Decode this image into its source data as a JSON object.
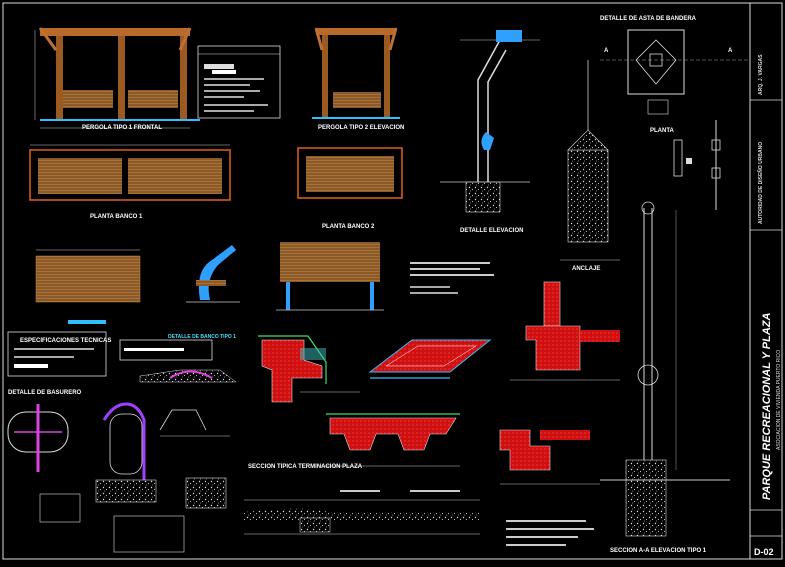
{
  "labels": {
    "pergola_front": "PERGOLA TIPO 1 FRONTAL",
    "pergola_side": "PERGOLA TIPO 2 ELEVACION",
    "bench_plan": "PLANTA BANCO 1",
    "bench_plan_2": "PLANTA BANCO 2",
    "bench_detail": "DETALLE DE BANCO TIPO 1",
    "side_elevation": "DETALLE ELEVACION",
    "anclaje": "ANCLAJE",
    "flag_detail": "DETALLE DE ASTA DE BANDERA",
    "section_a": "A",
    "planta": "PLANTA",
    "section_aa": "SECCION A-A ELEVACION TIPO 1",
    "specs": "ESPECIFICACIONES TECNICAS",
    "trash_detail": "DETALLE DE BASURERO",
    "road_section": "SECCION TIPICA TERMINACION PLAZA"
  },
  "title_block": {
    "project": "PARQUE RECREACIONAL Y PLAZA",
    "location": "ASOCIACION DE VIVIENDA PUERTO RICO",
    "authority": "AUTORIDAD DE DISEÑO URBANO",
    "author": "ARQ. J. VARGAS",
    "sheet": "D-02"
  },
  "colors": {
    "background": "#000000",
    "wood": "#b86a2a",
    "steel": "#30a0ff",
    "concrete_red": "#d01010",
    "lines": "#dddddd"
  }
}
